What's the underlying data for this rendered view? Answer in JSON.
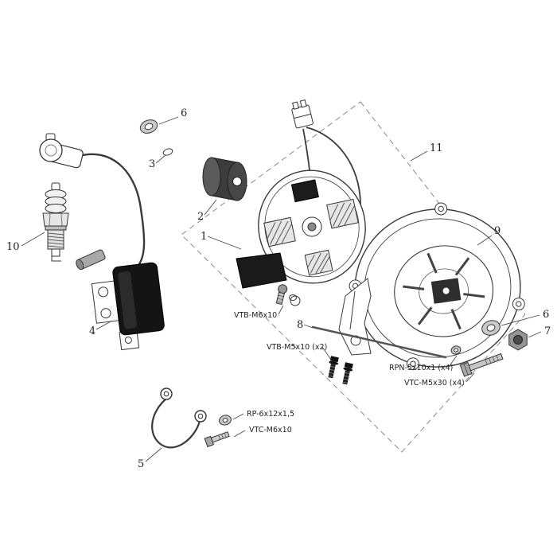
{
  "colors": {
    "line": "#3a3a3a",
    "dark": "#141414",
    "metal": "#c9c9c9"
  },
  "callouts": {
    "n1": "1",
    "n2": "2",
    "n3": "3",
    "n4": "4",
    "n5": "5",
    "n6a": "6",
    "n6b": "6",
    "n7": "7",
    "n8": "8",
    "n9": "9",
    "n10": "10",
    "n11": "11"
  },
  "labels": {
    "vtb_m6x10": "VTB-M6x10",
    "vtb_m5x10_x2": "VTB-M5x10 (x2)",
    "rpn_5x10x1_x4": "RPN-5x10x1 (x4)",
    "vtc_m5x30_x4": "VTC-M5x30 (x4)",
    "rp_6x12x1_5": "RP-6x12x1,5",
    "vtc_m6x10": "VTC-M6x10"
  }
}
